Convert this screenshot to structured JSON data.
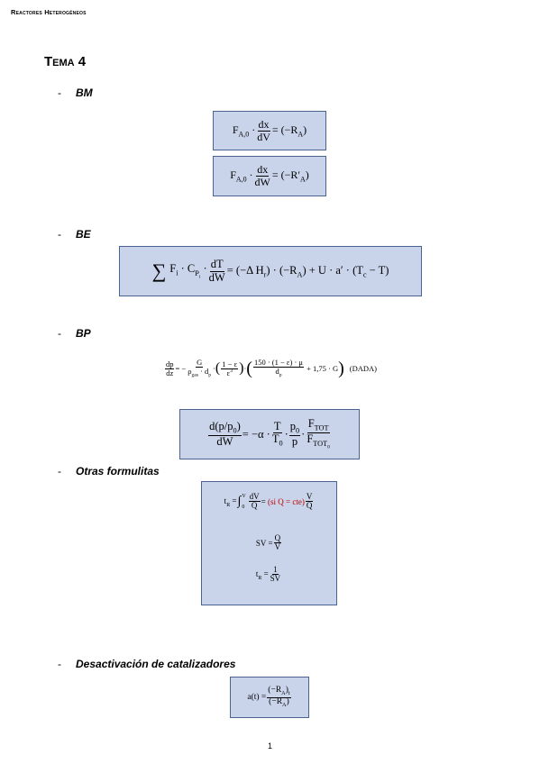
{
  "header": {
    "title": "Reactores Heterogéneos"
  },
  "heading": "Tema 4",
  "sections": {
    "bm": "BM",
    "be": "BE",
    "bp": "BP",
    "otras": "Otras formulitas",
    "desact": "Desactivación de catalizadores"
  },
  "bullet": "-",
  "formula_labels": {
    "dada": "(DADA)",
    "si_q": "(si Q = cte)",
    "coef": "1,75"
  },
  "footer": {
    "page_number": "1"
  }
}
